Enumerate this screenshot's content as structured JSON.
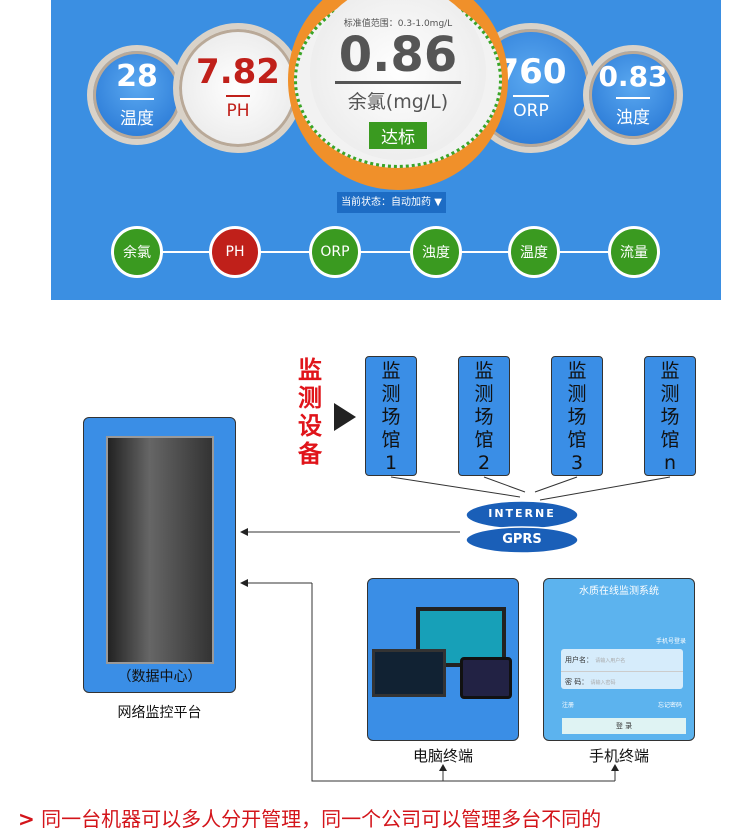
{
  "gauges": {
    "temp": {
      "value": "28",
      "label": "温度"
    },
    "ph": {
      "value": "7.82",
      "label": "PH"
    },
    "orp": {
      "value": "760",
      "label": "ORP"
    },
    "turb": {
      "value": "0.83",
      "label": "浊度"
    }
  },
  "main_gauge": {
    "range": "标准值范围：0.3-1.0mg/L",
    "value": "0.86",
    "label": "余氯(mg/L)",
    "status": "达标"
  },
  "state_dropdown": "当前状态：自动加药 ▼",
  "tabs": [
    {
      "label": "余氯",
      "color": "#3a9a20"
    },
    {
      "label": "PH",
      "color": "#c0201a"
    },
    {
      "label": "ORP",
      "color": "#3a9a20"
    },
    {
      "label": "浊度",
      "color": "#3a9a20"
    },
    {
      "label": "温度",
      "color": "#3a9a20"
    },
    {
      "label": "流量",
      "color": "#3a9a20"
    }
  ],
  "diagram": {
    "monitor_label": "监测设备",
    "sites": [
      "监测场馆1",
      "监测场馆2",
      "监测场馆3",
      "监测场馆n"
    ],
    "cloud": [
      "INTERNE",
      "GPRS"
    ],
    "data_center": "（数据中心）",
    "platform": "网络监控平台",
    "pc": "电脑终端",
    "mobile": "手机终端",
    "app": {
      "title": "水质在线监测系统",
      "phone_login": "手机号登录",
      "user_label": "用户名：",
      "user_ph": "请输入用户名",
      "pwd_label": "密  码：",
      "pwd_ph": "请输入密码",
      "register": "注册",
      "forgot": "忘记密码",
      "login": "登 录"
    }
  },
  "footer": {
    "marker": ">",
    "text": "同一台机器可以多人分开管理，同一个公司可以管理多台不同的"
  }
}
